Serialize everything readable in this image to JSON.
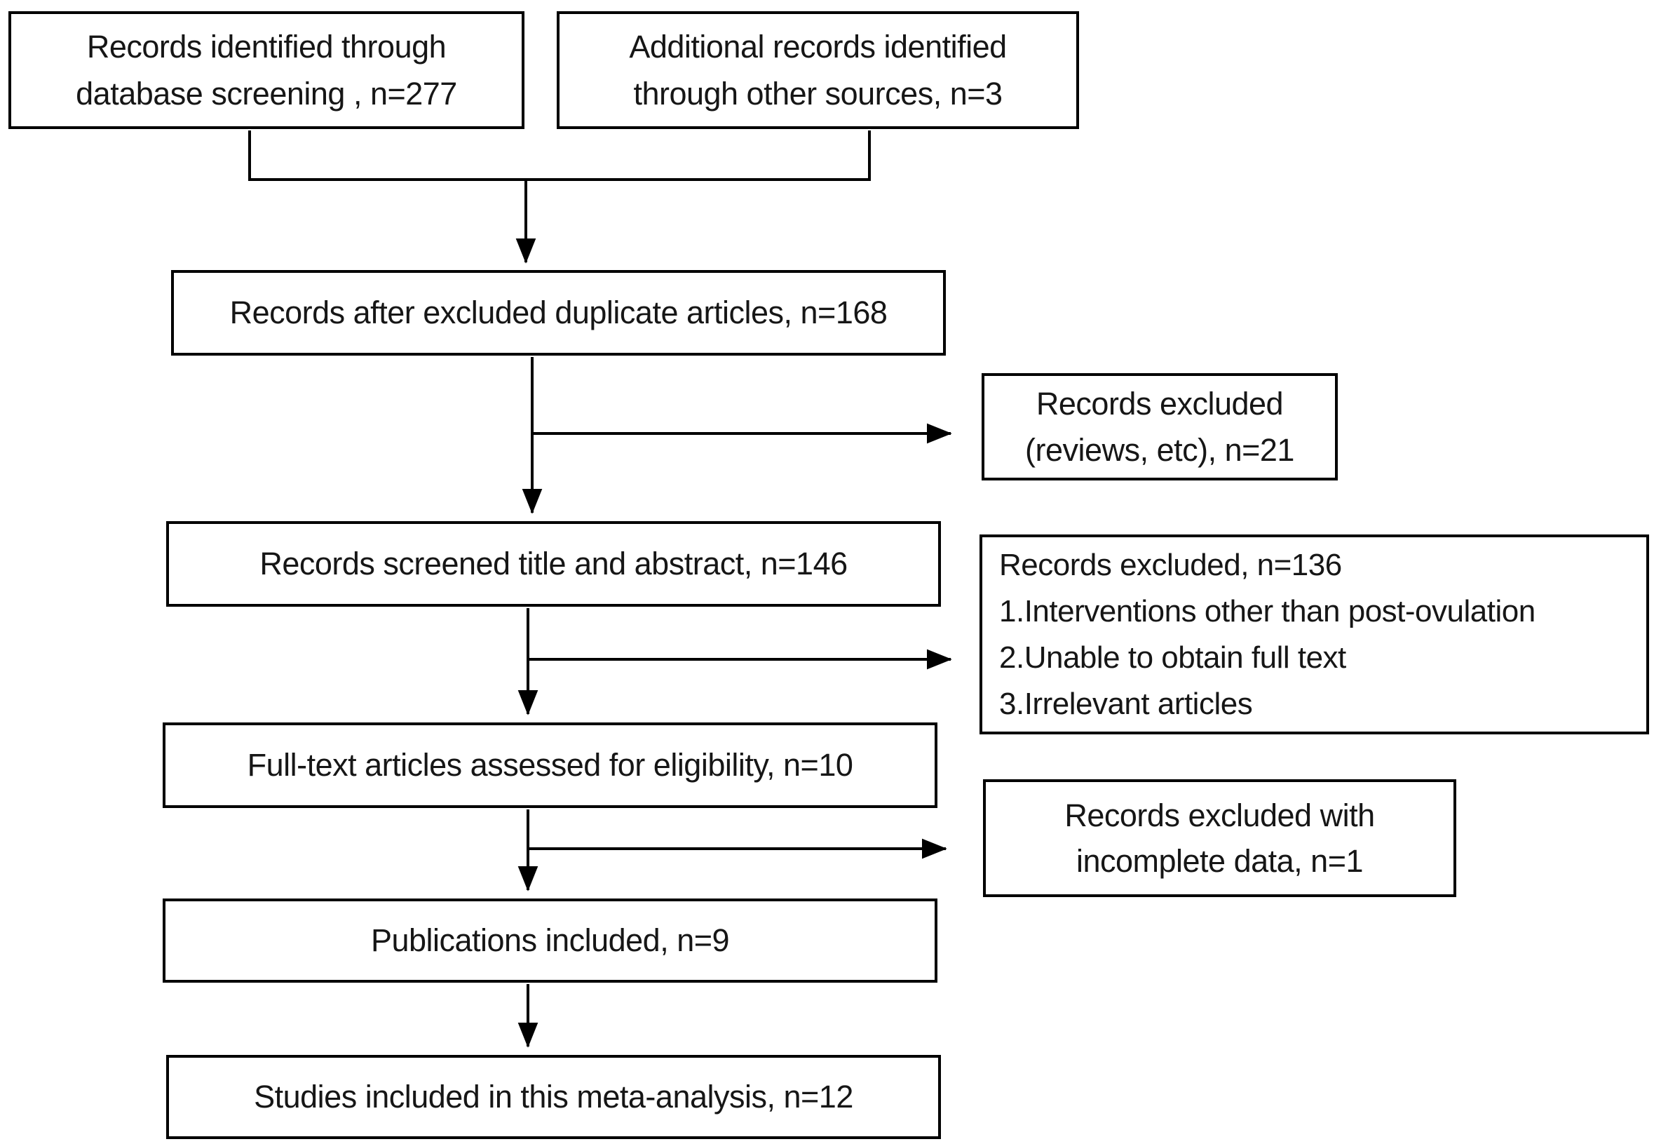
{
  "figure": {
    "type": "flow-diagram",
    "colors": {
      "background": "#ffffff",
      "box_border": "#000000",
      "connector": "#000000",
      "text": "#161616"
    }
  },
  "boxes": {
    "identified_db": {
      "lines": [
        "Records identified through",
        "database screening , n=277"
      ]
    },
    "identified_other": {
      "lines": [
        "Additional records identified",
        "through other sources, n=3"
      ]
    },
    "after_duplicates": {
      "lines": [
        "Records after excluded duplicate articles, n=168"
      ]
    },
    "excluded_reviews": {
      "lines": [
        "Records excluded",
        "(reviews, etc), n=21"
      ]
    },
    "screened": {
      "lines": [
        "Records screened title and abstract, n=146"
      ]
    },
    "excluded_screening": {
      "lines": [
        "Records excluded, n=136",
        "1.Interventions other than post-ovulation",
        "2.Unable to obtain full text",
        "3.Irrelevant articles"
      ]
    },
    "fulltext": {
      "lines": [
        "Full-text articles assessed for eligibility, n=10"
      ]
    },
    "excluded_incomplete": {
      "lines": [
        "Records excluded with",
        "incomplete data, n=1"
      ]
    },
    "publications": {
      "lines": [
        "Publications included, n=9"
      ]
    },
    "included": {
      "lines": [
        "Studies included in this meta-analysis, n=12"
      ]
    }
  },
  "counts": {
    "identified_database": 277,
    "identified_other_sources": 3,
    "after_duplicates_removed": 168,
    "excluded_reviews_etc": 21,
    "screened_title_abstract": 146,
    "excluded_after_screening": 136,
    "fulltext_assessed": 10,
    "excluded_incomplete_data": 1,
    "publications_included": 9,
    "studies_in_meta_analysis": 12
  },
  "edges": [
    {
      "from": "identified_db",
      "to": "after_duplicates"
    },
    {
      "from": "identified_other",
      "to": "after_duplicates"
    },
    {
      "from": "after_duplicates",
      "to": "screened"
    },
    {
      "from": "after_duplicates",
      "to": "excluded_reviews"
    },
    {
      "from": "screened",
      "to": "fulltext"
    },
    {
      "from": "screened",
      "to": "excluded_screening"
    },
    {
      "from": "fulltext",
      "to": "publications"
    },
    {
      "from": "fulltext",
      "to": "excluded_incomplete"
    },
    {
      "from": "publications",
      "to": "included"
    }
  ]
}
